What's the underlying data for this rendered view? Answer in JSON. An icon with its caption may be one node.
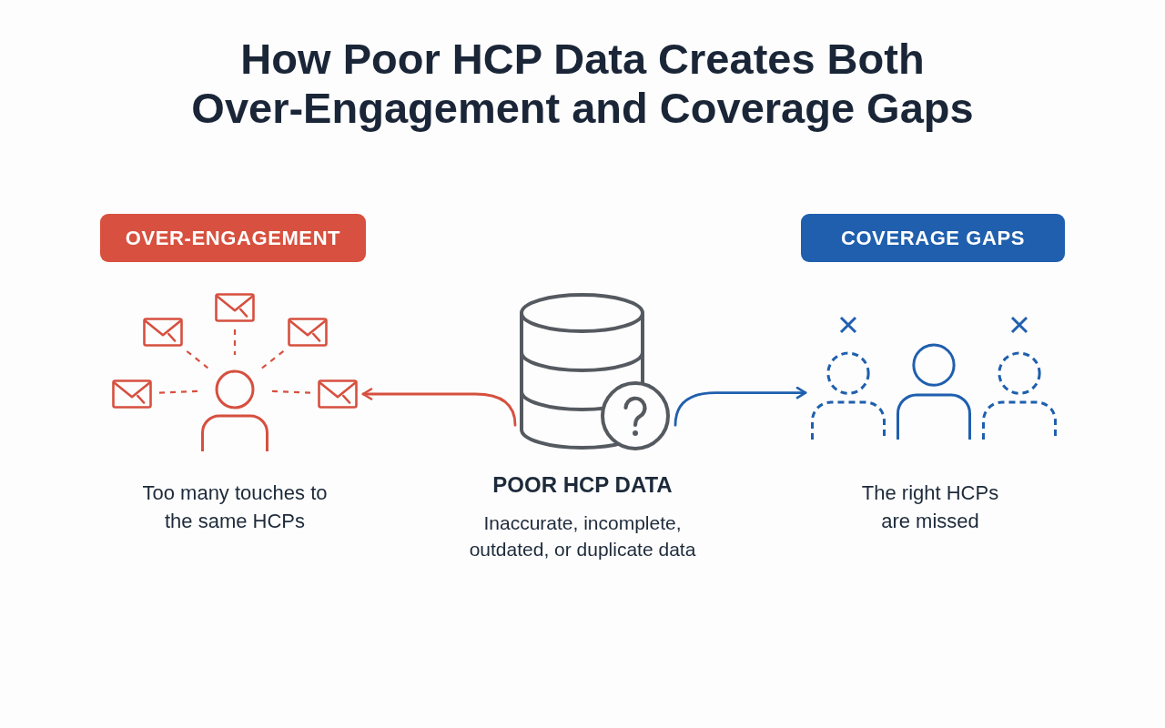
{
  "diagram": {
    "title": "How Poor HCP Data Creates Both Over-Engagement and Coverage Gaps",
    "nodes": [
      {
        "text": [
          "OVER-ENGAGEMENT"
        ]
      },
      {
        "text": [
          "COVERAGE GAPS"
        ]
      },
      {
        "text": [],
        "shape": "envelope"
      },
      {
        "text": [],
        "shape": "envelope"
      },
      {
        "text": [],
        "shape": "envelope"
      },
      {
        "text": [],
        "shape": "envelope"
      },
      {
        "text": [],
        "shape": "envelope"
      },
      {
        "text": [],
        "shape": "person",
        "beside": [
          "Too many touches to the same HCPs"
        ]
      },
      {
        "text": [],
        "shape": "cylinder",
        "beside": [
          "POOR HCP DATA",
          "Inaccurate, incomplete, outdated, or duplicate data"
        ]
      },
      {
        "text": [],
        "shape": "person"
      },
      {
        "text": [],
        "shape": "person",
        "beside": [
          "The right HCPs are missed"
        ]
      },
      {
        "text": [],
        "shape": "person"
      }
    ],
    "edges": [
      {
        "from": 2,
        "to": 7,
        "arrow": "none",
        "style": "dashed"
      },
      {
        "from": 3,
        "to": 7,
        "arrow": "none",
        "style": "dashed"
      },
      {
        "from": 4,
        "to": 7,
        "arrow": "none",
        "style": "dashed"
      },
      {
        "from": 5,
        "to": 7,
        "arrow": "none",
        "style": "dashed"
      },
      {
        "from": 6,
        "to": 7,
        "arrow": "none",
        "style": "dashed"
      },
      {
        "from": 8,
        "to": 6,
        "arrow": "to"
      },
      {
        "from": 8,
        "to": 9,
        "arrow": "to",
        "color": "#1f5fae"
      }
    ]
  }
}
